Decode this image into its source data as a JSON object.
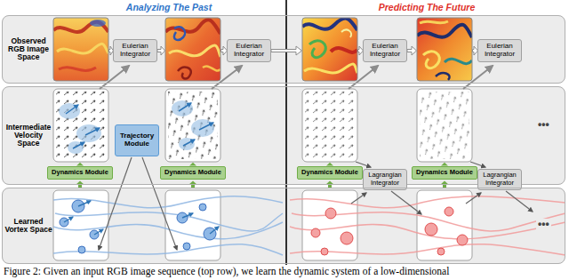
{
  "diagram": {
    "caption": "Figure 2: Given an input RGB image sequence (top row), we learn the dynamic system of a low-dimensional",
    "nodes": [
      {
        "text": [
          "Observed RGB Image Space"
        ]
      },
      {
        "text": [
          "Eulerian Integrator"
        ],
        "in": 0
      },
      {
        "text": [
          "Eulerian Integrator"
        ],
        "in": 0
      },
      {
        "text": [
          "Eulerian Integrator"
        ],
        "in": 0
      },
      {
        "text": [
          "Eulerian Integrator"
        ],
        "in": 0
      },
      {
        "text": [
          "Intermediate Velocity Space"
        ]
      },
      {
        "text": [
          "Trajectory Module"
        ],
        "in": 5
      },
      {
        "text": [
          "Dynamics Module"
        ],
        "in": 5
      },
      {
        "text": [
          "Dynamics Module"
        ],
        "in": 5
      },
      {
        "text": [
          "Dynamics Module"
        ],
        "in": 5
      },
      {
        "text": [
          "Dynamics Module"
        ],
        "in": 5
      },
      {
        "text": [
          "Lagrangian Integrator"
        ]
      },
      {
        "text": [
          "Lagrangian Integrator"
        ]
      },
      {
        "text": [
          "Learned Vortex Space"
        ]
      }
    ],
    "labels": [
      "Analyzing The Past",
      "Predicting The Future",
      "•••",
      "•••"
    ]
  }
}
